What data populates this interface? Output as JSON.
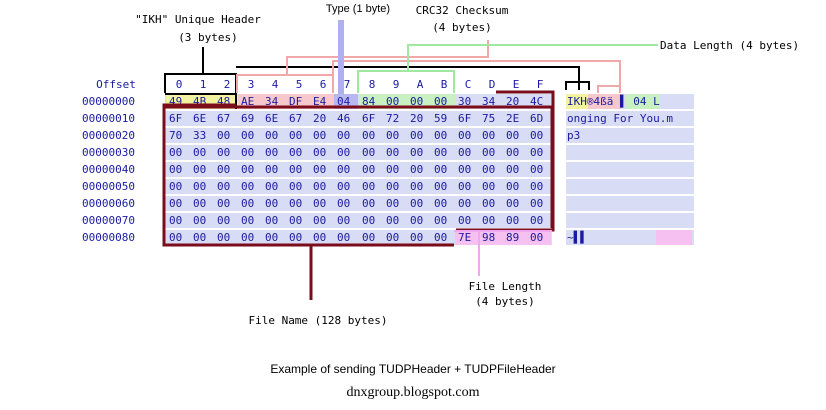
{
  "annotations": {
    "unique_header": "\"IKH\" Unique Header",
    "unique_header_size": "(3 bytes)",
    "type": "Type (1 byte)",
    "crc": "CRC32 Checksum",
    "crc_size": "(4 bytes)",
    "data_length": "Data Length (4 bytes)",
    "file_name": "File Name (128 bytes)",
    "file_length": "File Length",
    "file_length_size": "(4 bytes)"
  },
  "caption": "Example of sending TUDPHeader + TUDPFileHeader",
  "site": "dnxgroup.blogspot.com",
  "hex_view": {
    "offset_label": "Offset",
    "columns": [
      "0",
      "1",
      "2",
      "3",
      "4",
      "5",
      "6",
      "7",
      "8",
      "9",
      "A",
      "B",
      "C",
      "D",
      "E",
      "F"
    ],
    "rows": [
      {
        "offset": "00000000",
        "bytes": [
          "49",
          "4B",
          "48",
          "AE",
          "34",
          "DF",
          "E4",
          "04",
          "84",
          "00",
          "00",
          "00",
          "30",
          "34",
          "20",
          "4C"
        ],
        "ascii": "IKH®4ßä  ▌     04 L"
      },
      {
        "offset": "00000010",
        "bytes": [
          "6F",
          "6E",
          "67",
          "69",
          "6E",
          "67",
          "20",
          "46",
          "6F",
          "72",
          "20",
          "59",
          "6F",
          "75",
          "2E",
          "6D"
        ],
        "ascii": "onging For You.m"
      },
      {
        "offset": "00000020",
        "bytes": [
          "70",
          "33",
          "00",
          "00",
          "00",
          "00",
          "00",
          "00",
          "00",
          "00",
          "00",
          "00",
          "00",
          "00",
          "00",
          "00"
        ],
        "ascii": "p3"
      },
      {
        "offset": "00000030",
        "bytes": [
          "00",
          "00",
          "00",
          "00",
          "00",
          "00",
          "00",
          "00",
          "00",
          "00",
          "00",
          "00",
          "00",
          "00",
          "00",
          "00"
        ],
        "ascii": ""
      },
      {
        "offset": "00000040",
        "bytes": [
          "00",
          "00",
          "00",
          "00",
          "00",
          "00",
          "00",
          "00",
          "00",
          "00",
          "00",
          "00",
          "00",
          "00",
          "00",
          "00"
        ],
        "ascii": ""
      },
      {
        "offset": "00000050",
        "bytes": [
          "00",
          "00",
          "00",
          "00",
          "00",
          "00",
          "00",
          "00",
          "00",
          "00",
          "00",
          "00",
          "00",
          "00",
          "00",
          "00"
        ],
        "ascii": ""
      },
      {
        "offset": "00000060",
        "bytes": [
          "00",
          "00",
          "00",
          "00",
          "00",
          "00",
          "00",
          "00",
          "00",
          "00",
          "00",
          "00",
          "00",
          "00",
          "00",
          "00"
        ],
        "ascii": ""
      },
      {
        "offset": "00000070",
        "bytes": [
          "00",
          "00",
          "00",
          "00",
          "00",
          "00",
          "00",
          "00",
          "00",
          "00",
          "00",
          "00",
          "00",
          "00",
          "00",
          "00"
        ],
        "ascii": ""
      },
      {
        "offset": "00000080",
        "bytes": [
          "00",
          "00",
          "00",
          "00",
          "00",
          "00",
          "00",
          "00",
          "00",
          "00",
          "00",
          "00",
          "7E",
          "98",
          "89",
          "00"
        ],
        "ascii": "~▌▌"
      }
    ]
  },
  "colors": {
    "hex_text": "#1a1aa0",
    "row_bg": "#d8dcf4",
    "header_bytes": "#f2f2a0",
    "type_byte": "#b8b8f0",
    "crc_bytes": "#f6c8cc",
    "datalen_bytes": "#c8f0c0",
    "filelen_bytes": "#f6c0f0",
    "header_line": "#000000",
    "crc_line": "#f0a8a8",
    "datalen_line": "#a0e8a0",
    "type_line": "#b0b0f0",
    "filename_line": "#7a0c1c",
    "filelen_line": "#f0a8f0"
  }
}
